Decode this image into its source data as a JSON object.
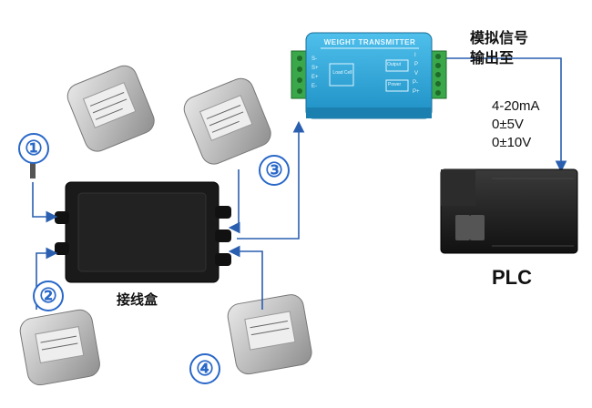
{
  "transmitter": {
    "title": "WEIGHT TRANSMITTER",
    "left_pins": [
      "S-",
      "S+",
      "E+",
      "E-"
    ],
    "left_box": "Load Cell",
    "right_box_top": "Output",
    "right_box_bottom": "Power",
    "right_pins": [
      "I",
      "P",
      "V",
      "P-",
      "P+"
    ]
  },
  "junction_box_label": "接线盒",
  "sensor_numbers": [
    "①",
    "②",
    "③",
    "④"
  ],
  "analog_label_line1": "模拟信号",
  "analog_label_line2": "输出至",
  "signal_ranges": [
    "4-20mA",
    "0±5V",
    "0±10V"
  ],
  "plc_label": "PLC",
  "colors": {
    "transmitter_blue": "#2ea7dc",
    "terminal_green": "#3aa84a",
    "number_blue": "#2a68c8",
    "arrow_blue": "#2a5fb0",
    "sensor_silver": "#c9c9c9",
    "box_black": "#1a1a1a"
  }
}
